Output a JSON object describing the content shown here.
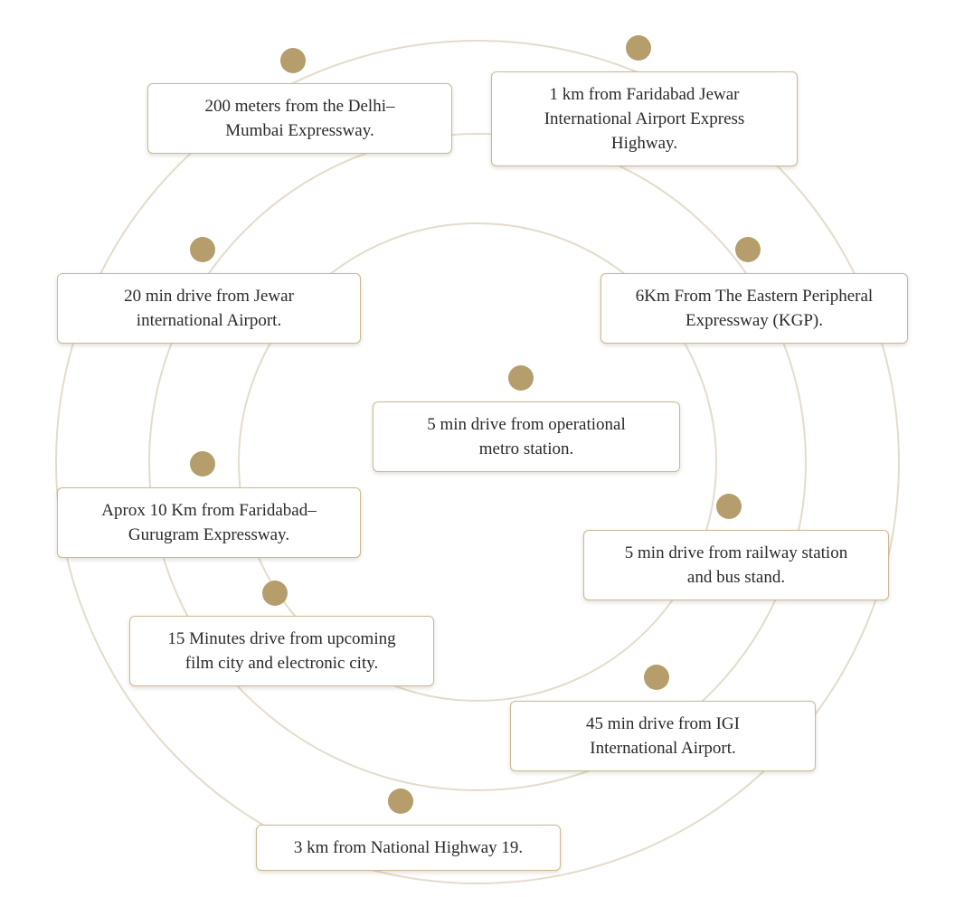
{
  "colors": {
    "ring": "#e4dccb",
    "dot": "#b59d6c",
    "card_border": "#cbb892",
    "text": "#2a2a2a"
  },
  "features": [
    {
      "id": "delhi-mumbai-expressway",
      "text": "200 meters from the Delhi–\nMumbai Expressway."
    },
    {
      "id": "faridabad-jewar-highway",
      "text": "1 km from Faridabad Jewar\nInternational Airport Express\nHighway."
    },
    {
      "id": "jewar-airport",
      "text": "20 min drive from Jewar\ninternational Airport."
    },
    {
      "id": "eastern-peripheral-expressway",
      "text": "6Km From The Eastern Peripheral\nExpressway (KGP)."
    },
    {
      "id": "metro-station",
      "text": "5 min drive from operational\nmetro station."
    },
    {
      "id": "faridabad-gurugram-expressway",
      "text": "Aprox 10 Km from Faridabad–\nGurugram Expressway."
    },
    {
      "id": "railway-station",
      "text": "5 min drive from railway station\nand bus stand."
    },
    {
      "id": "film-city",
      "text": "15 Minutes drive from upcoming\nfilm city and electronic city."
    },
    {
      "id": "igi-airport",
      "text": "45 min drive from IGI\nInternational Airport."
    },
    {
      "id": "national-highway-19",
      "text": "3 km from National Highway 19."
    }
  ]
}
